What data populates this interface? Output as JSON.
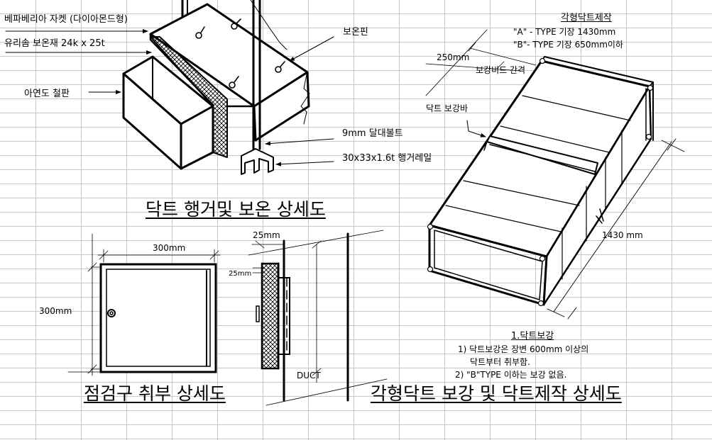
{
  "hanger_section": {
    "title": "닥트 행거및 보온 상세도",
    "labels": {
      "jacket": "베파베리아 자켓 (다이아몬드형)",
      "insulation": "유리솜 보온재 24k x 25t",
      "galvanized": "아연도 철판",
      "pin": "보온핀",
      "bolt": "9mm 달대볼트",
      "rail": "30x33x1.6t 행거레일"
    }
  },
  "inspection_section": {
    "title": "점검구 취부 상세도",
    "dims": {
      "width": "300mm",
      "height": "300mm",
      "gap_top": "25mm",
      "gap_side": "25mm"
    },
    "duct_label": "DUCT"
  },
  "fabrication_section": {
    "title": "각형닥트 보강 및 닥트제작 상세도",
    "header": "각형닥트제작",
    "type_a": "\"A\" - TYPE  기장 1430mm",
    "type_b": "\"B\"- TYPE 기장  650mm이하",
    "dim_250": "250mm",
    "bead_spacing": "보강비드 간격",
    "reinforce_bar": "닥트 보강바",
    "length": "1430 mm",
    "notes_title": "1.닥트보강",
    "note1_line1": "1) 닥트보강은 장변 600mm 이상의",
    "note1_line2": "닥트부터 취부함.",
    "note2": "2) \"B\"TYPE 이하는 보강 없음."
  }
}
